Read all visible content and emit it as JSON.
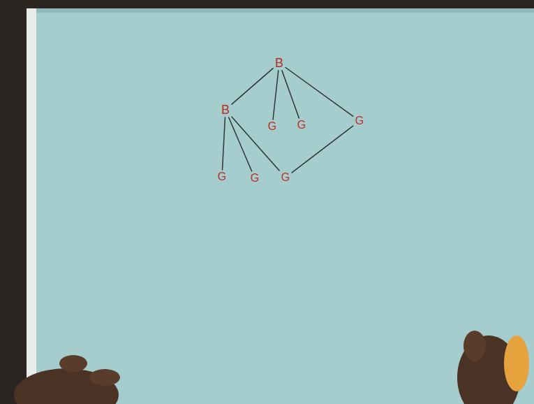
{
  "diagram": {
    "nodes": [
      {
        "text": [
          "B"
        ]
      },
      {
        "text": [
          "B"
        ]
      },
      {
        "text": [
          "G"
        ]
      },
      {
        "text": [
          "G"
        ]
      },
      {
        "text": [
          "G"
        ]
      },
      {
        "text": [
          "G"
        ]
      },
      {
        "text": [
          "G"
        ]
      },
      {
        "text": [
          "G"
        ]
      }
    ],
    "edges": [
      {
        "from": 0,
        "to": 1,
        "arrow": "none"
      },
      {
        "from": 0,
        "to": 2,
        "arrow": "none"
      },
      {
        "from": 0,
        "to": 3,
        "arrow": "none"
      },
      {
        "from": 0,
        "to": 4,
        "arrow": "none"
      },
      {
        "from": 1,
        "to": 5,
        "arrow": "none"
      },
      {
        "from": 1,
        "to": 6,
        "arrow": "none"
      },
      {
        "from": 1,
        "to": 7,
        "arrow": "none"
      },
      {
        "from": 7,
        "to": 4,
        "arrow": "none"
      }
    ]
  }
}
